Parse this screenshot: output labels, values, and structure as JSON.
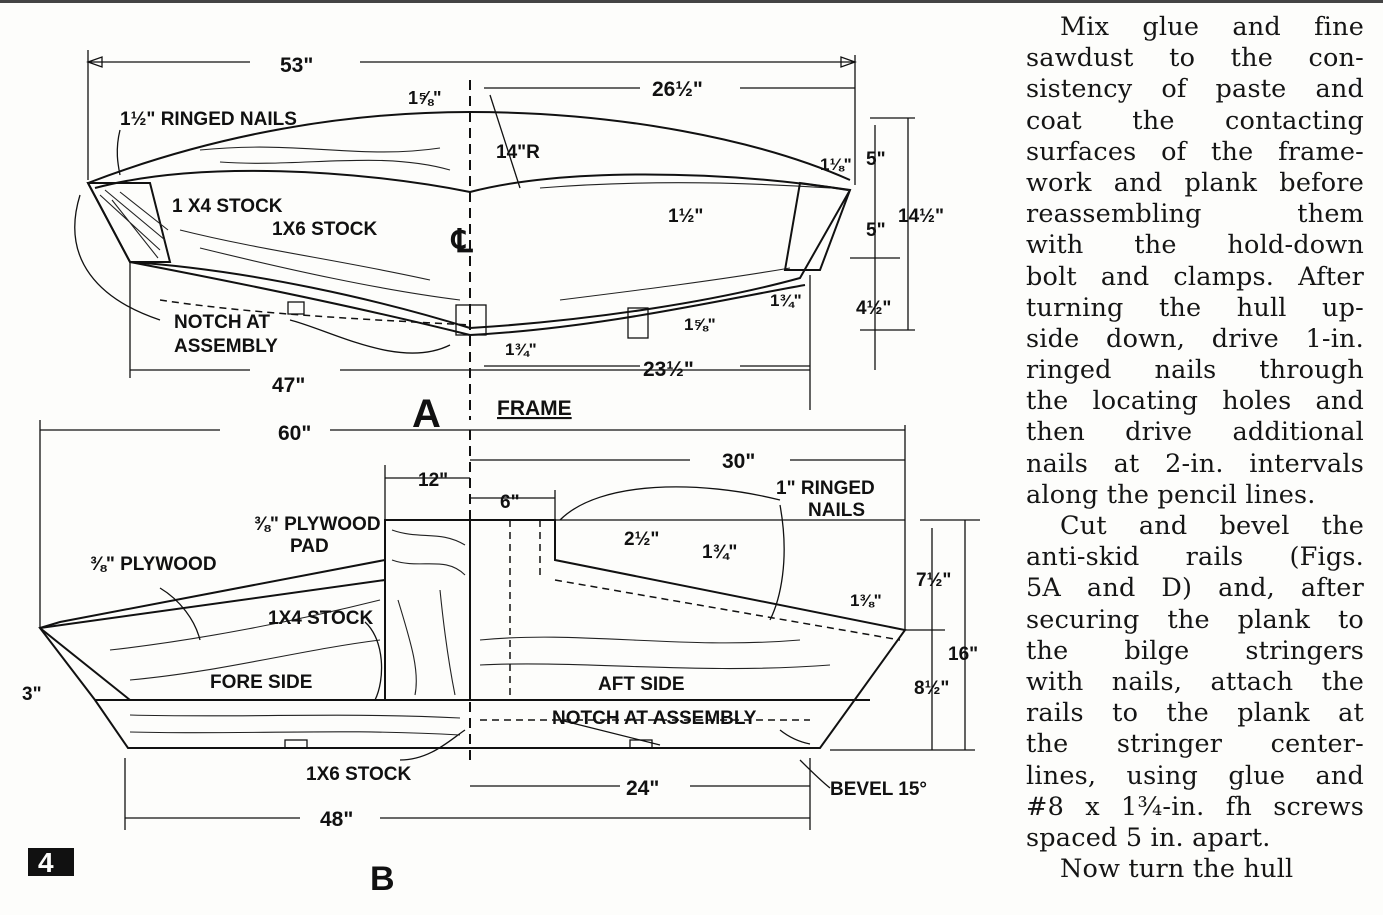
{
  "figure": {
    "view_a": {
      "label": "A",
      "caption": "FRAME",
      "dims": {
        "overall_length": "53\"",
        "bottom_length": "47\"",
        "half_length": "26½\"",
        "aft_bottom": "23½\"",
        "offset_top": "1⅝\"",
        "offset_bottom": "1⅝\"",
        "radius": "14\"R",
        "rise": "1½\"",
        "end_top": "1⅛\"",
        "end_five_a": "5\"",
        "end_five_b": "5\"",
        "height_total": "14½\"",
        "height_lower": "4½\"",
        "end_bevel": "1¾\"",
        "notch_offset": "1¾\""
      },
      "labels": {
        "ringed_nails": "1½\" RINGED NAILS",
        "stock_1x4": "1 X4 STOCK",
        "stock_1x6": "1X6 STOCK",
        "notch": "NOTCH AT ASSEMBLY",
        "centerline": "℄"
      }
    },
    "view_b": {
      "label": "B",
      "dims": {
        "overall_length": "60\"",
        "aft_length": "30\"",
        "pad_width": "12\"",
        "pad_offset": "6\"",
        "bottom_length": "48\"",
        "aft_bottom": "24\"",
        "rise_a": "2½\"",
        "rise_b": "1¾\"",
        "end_top": "1⅜\"",
        "height_upper": "7½\"",
        "height_total": "16\"",
        "height_lower": "8½\"",
        "bow_end": "3\""
      },
      "labels": {
        "ringed_nails": "1\" RINGED NAILS",
        "plywood_pad": "⅜\" PLYWOOD PAD",
        "plywood": "⅜\" PLYWOOD",
        "stock_1x4": "1X4 STOCK",
        "stock_1x6": "1X6 STOCK",
        "fore_side": "FORE SIDE",
        "aft_side": "AFT SIDE",
        "notch": "NOTCH AT ASSEMBLY",
        "bevel": "BEVEL 15°"
      }
    },
    "page_number": "4"
  },
  "article": {
    "paragraphs": [
      {
        "lines": [
          "Mix glue and fine",
          "sawdust to the con-",
          "sistency of paste and",
          "coat the contacting",
          "surfaces of the frame-",
          "work and plank before",
          "reassembling them",
          "with the hold-down",
          "bolt and clamps. After",
          "turning the hull up-",
          "side down, drive 1-in.",
          "ringed nails through",
          "the locating holes and",
          "then drive additional",
          "nails at 2-in. intervals",
          "along the pencil lines."
        ]
      },
      {
        "lines": [
          "Cut and bevel the",
          "anti-skid rails (Figs.",
          "5A and D) and, after",
          "securing the plank to",
          "the bilge stringers",
          "with nails, attach the",
          "rails to the plank at",
          "the stringer center-",
          "lines, using glue and",
          "#8 x 1¾-in. fh screws",
          "spaced 5 in. apart."
        ]
      },
      {
        "lines": [
          "Now turn the hull"
        ]
      }
    ]
  }
}
